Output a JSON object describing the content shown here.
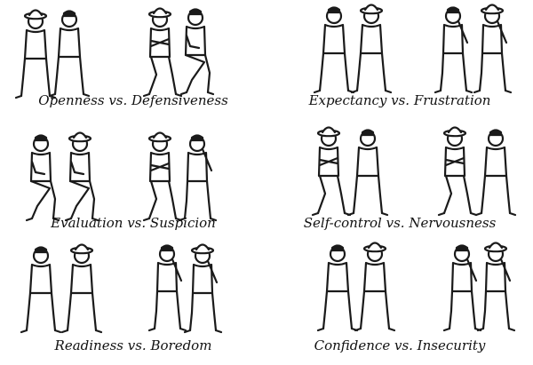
{
  "panels": [
    {
      "caption": "Openness vs. Defensiveness"
    },
    {
      "caption": "Expectancy vs. Frustration"
    },
    {
      "caption": "Evaluation vs. Suspicion"
    },
    {
      "caption": "Self-control vs. Nervousness"
    },
    {
      "caption": "Readiness vs. Boredom"
    },
    {
      "caption": "Confidence vs. Insecurity"
    }
  ]
}
